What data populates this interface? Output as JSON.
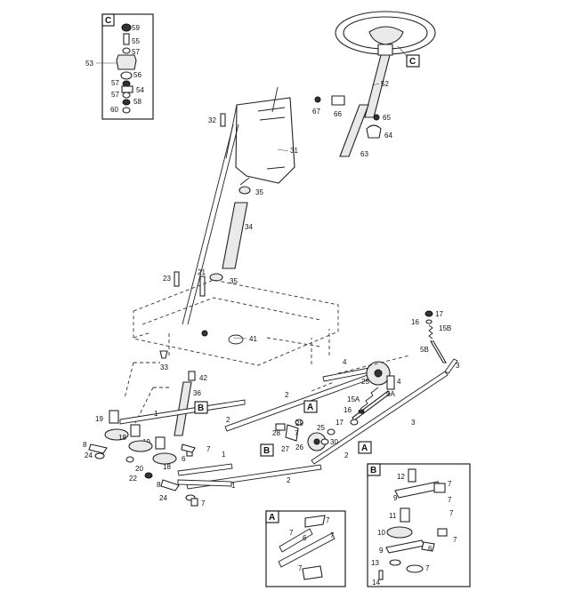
{
  "callouts": {
    "A": "A",
    "B": "B",
    "C": "C"
  },
  "part_numbers": {
    "p1": "1",
    "p2": "2",
    "p3": "3",
    "p4": "4",
    "p5a": "5A",
    "p5b": "5B",
    "p6": "6",
    "p7": "7",
    "p8": "8",
    "p9": "9",
    "p10": "10",
    "p11": "11",
    "p12": "12",
    "p13": "13",
    "p14": "14",
    "p15a": "15A",
    "p15b": "15B",
    "p16": "16",
    "p17": "17",
    "p18": "18",
    "p19": "19",
    "p20": "20",
    "p21": "21",
    "p22": "22",
    "p23": "23",
    "p24": "24",
    "p25": "25",
    "p26": "26",
    "p27": "27",
    "p28": "28",
    "p29": "29",
    "p30": "30",
    "p31": "31",
    "p32": "32",
    "p33": "33",
    "p34": "34",
    "p35": "35",
    "p36": "36",
    "p41": "41",
    "p42": "42",
    "p52": "52",
    "p53": "53",
    "p54": "54",
    "p55": "55",
    "p56": "56",
    "p57": "57",
    "p58": "58",
    "p59": "59",
    "p60": "60",
    "p63": "63",
    "p64": "64",
    "p65": "65",
    "p66": "66",
    "p67": "67"
  }
}
